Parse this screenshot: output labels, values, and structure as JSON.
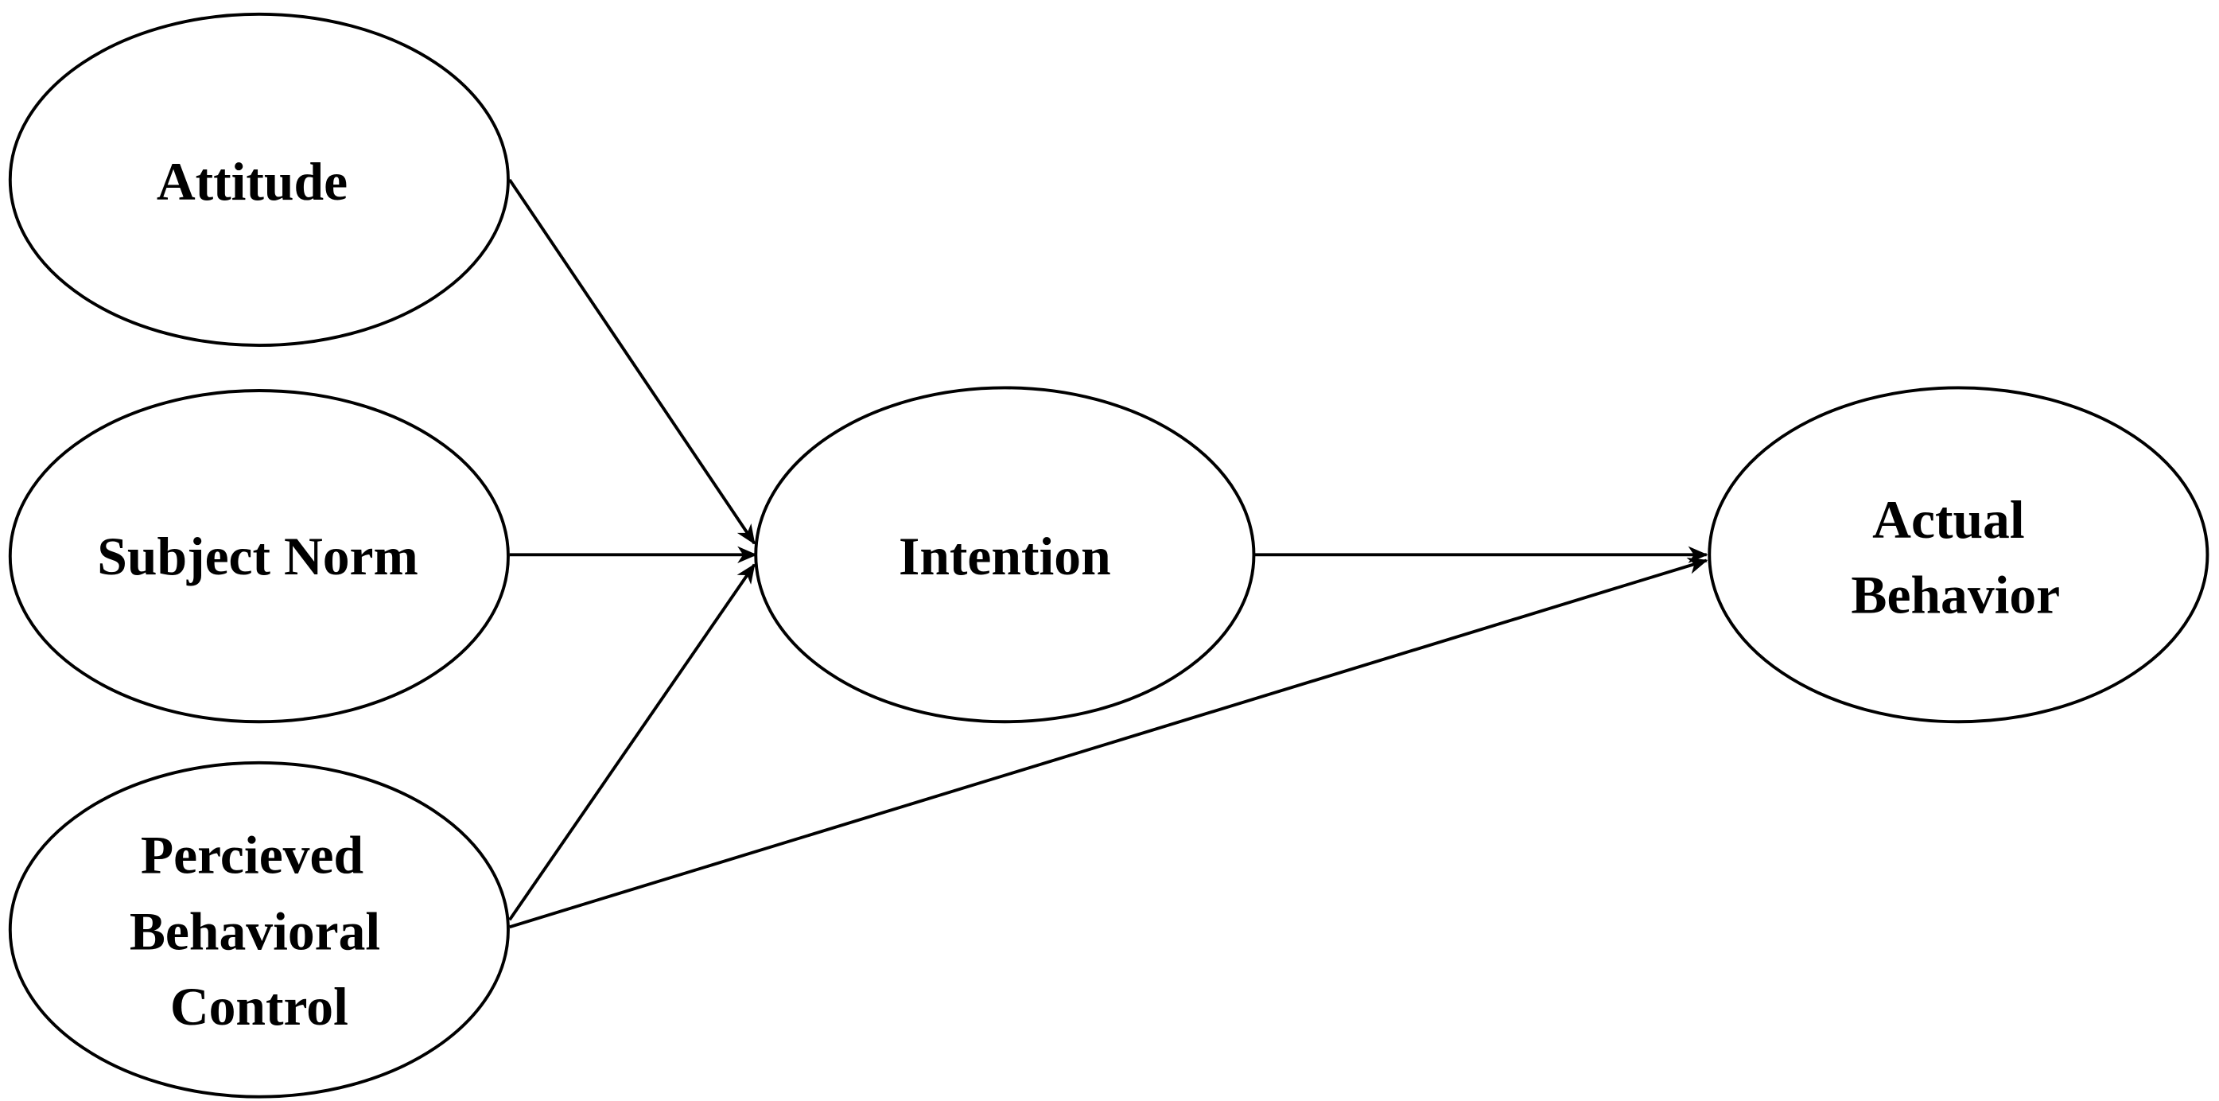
{
  "nodes": {
    "attitude": {
      "lines": [
        "Attitude"
      ]
    },
    "subject_norm": {
      "lines": [
        "Subject Norm"
      ]
    },
    "pbc": {
      "lines": [
        "Percieved",
        "Behavioral",
        "Control"
      ]
    },
    "intention": {
      "lines": [
        "Intention"
      ]
    },
    "actual_behavior": {
      "lines": [
        "Actual",
        "Behavior"
      ]
    }
  },
  "edges": [
    {
      "from": "Attitude",
      "to": "Intention"
    },
    {
      "from": "Subject Norm",
      "to": "Intention"
    },
    {
      "from": "Percieved Behavioral Control",
      "to": "Intention"
    },
    {
      "from": "Intention",
      "to": "Actual Behavior"
    },
    {
      "from": "Percieved Behavioral Control",
      "to": "Actual Behavior"
    }
  ]
}
